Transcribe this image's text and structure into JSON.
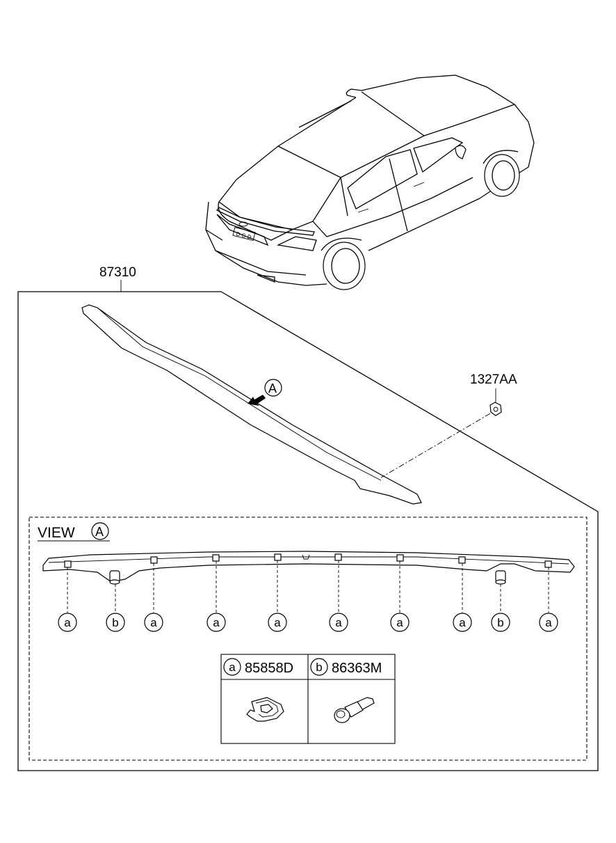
{
  "part_main": "87310",
  "part_nut": "1327AA",
  "view_label": "VIEW",
  "view_letter": "A",
  "arrow_letter": "A",
  "clip_labels": [
    "a",
    "b",
    "a",
    "a",
    "a",
    "a",
    "a",
    "a",
    "b",
    "a"
  ],
  "legend": [
    {
      "letter": "a",
      "part": "85858D",
      "icon": "clip-icon"
    },
    {
      "letter": "b",
      "part": "86363M",
      "icon": "grommet-icon"
    }
  ]
}
